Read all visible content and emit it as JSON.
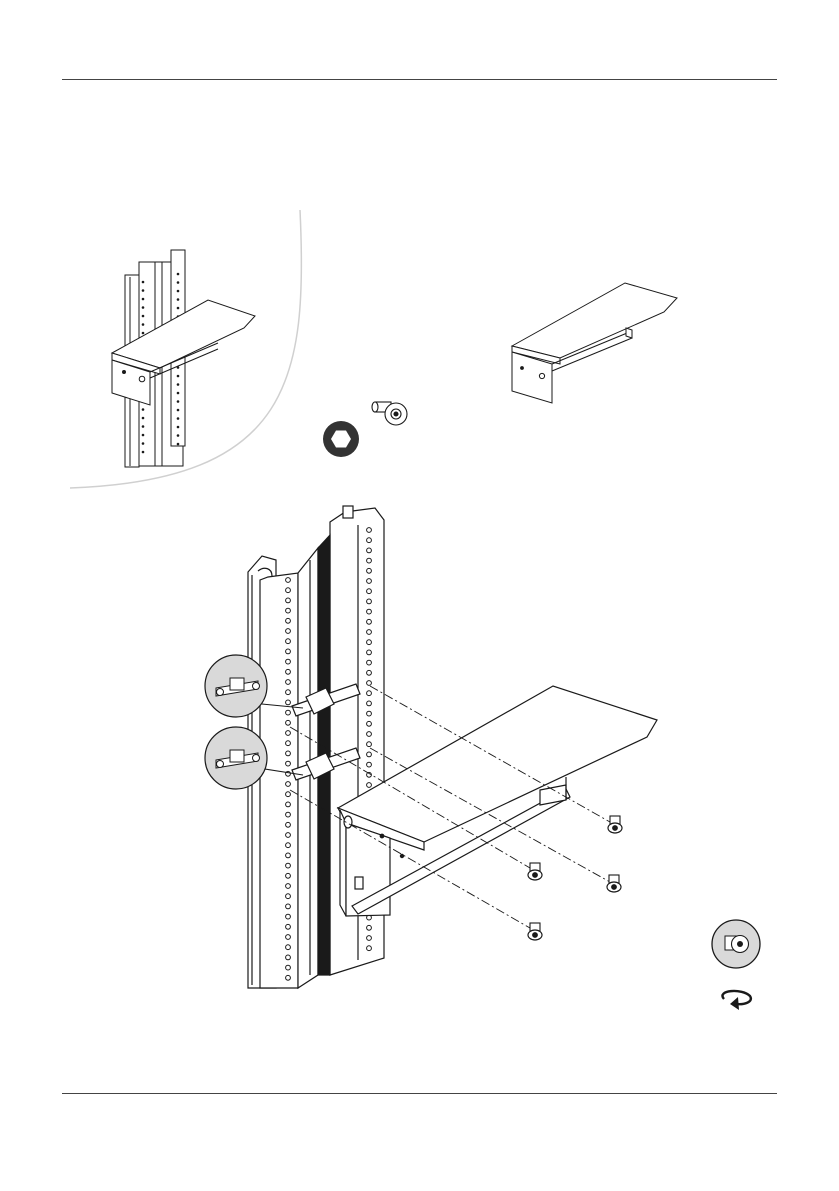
{
  "page": {
    "background": "#ffffff"
  },
  "colors": {
    "line": "#1a1a1a",
    "rule": "#444444",
    "callout_fill": "#d9d9d9",
    "icon_dark": "#333333",
    "panel_curve": "#d0d0d0"
  },
  "overview": {
    "items": [
      "rail-with-shelf",
      "loose-shelf"
    ]
  },
  "tools": {
    "driver_icon": "hex-socket-icon",
    "fastener_icon": "screw-icon"
  },
  "detail": {
    "callouts": [
      "clip-nut-detail-upper",
      "clip-nut-detail-lower"
    ],
    "screw_count": 4,
    "action_icon": "rotate-clockwise-icon"
  }
}
